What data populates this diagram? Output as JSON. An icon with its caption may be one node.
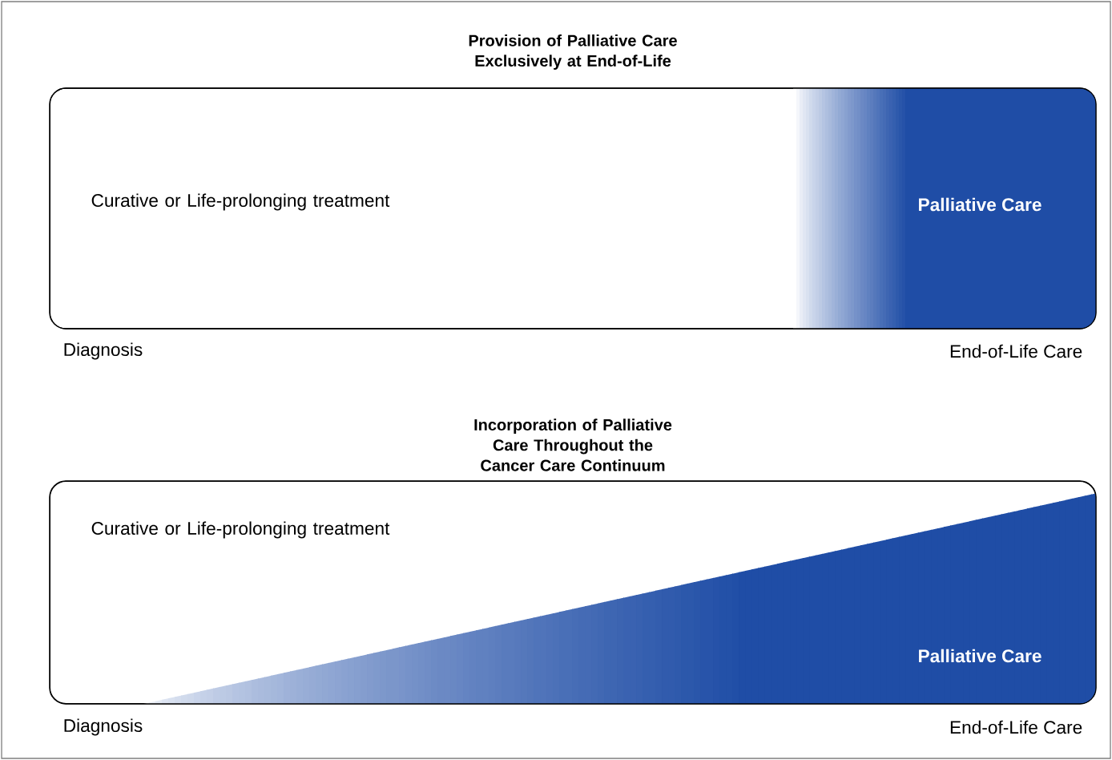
{
  "diagram": {
    "nodes": [
      {
        "text": [
          "Provision of Palliative Care Exclusively at End-of-Life",
          "Curative or Life-prolonging treatment"
        ]
      },
      {
        "text": [
          "Palliative Care"
        ],
        "in": 0
      },
      {
        "text": [
          "Incorporation of Palliative Care Throughout the Cancer Care Continuum",
          "Curative or Life-prolonging treatment"
        ]
      },
      {
        "text": [
          "Palliative Care"
        ],
        "in": 2
      }
    ],
    "labels": [
      "Diagnosis",
      "End-of-Life Care",
      "Diagnosis",
      "End-of-Life Care"
    ]
  }
}
